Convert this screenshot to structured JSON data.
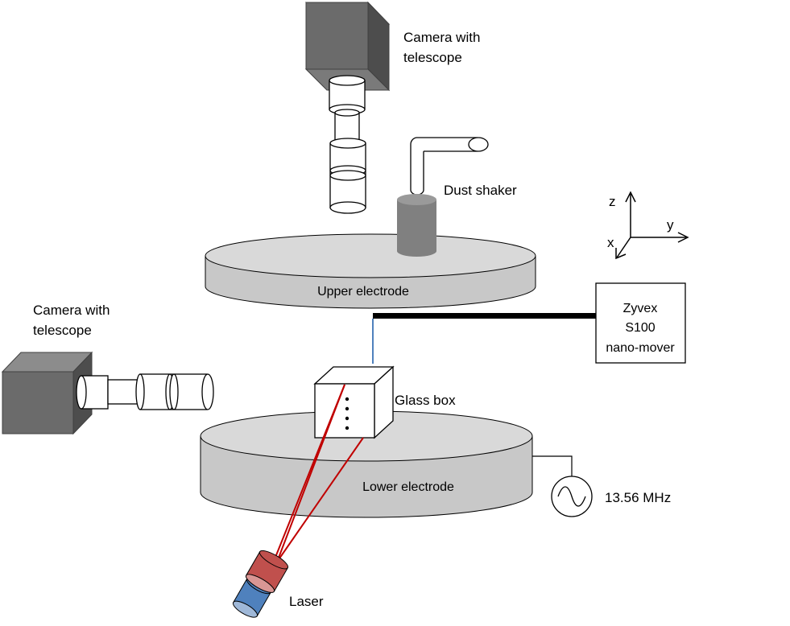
{
  "labels": {
    "camera_top_line1": "Camera with",
    "camera_top_line2": "telescope",
    "camera_left_line1": "Camera with",
    "camera_left_line2": "telescope",
    "dust_shaker": "Dust shaker",
    "upper_electrode": "Upper electrode",
    "lower_electrode": "Lower electrode",
    "glass_box": "Glass box",
    "nano_mover_line1": "Zyvex",
    "nano_mover_line2": "S100",
    "nano_mover_line3": "nano-mover",
    "rf_source": "13.56 MHz",
    "laser": "Laser"
  },
  "axes": {
    "z": "z",
    "y": "y",
    "x": "x"
  },
  "colors": {
    "camera_body": "#6b6b6b",
    "electrode_fill": "#d9d9d9",
    "shaker_base": "#808080",
    "laser_head": "#c0504d",
    "laser_body": "#4f81bd",
    "laser_beam": "#c00000",
    "wire": "#4f81bd",
    "nano_arm": "#000000"
  }
}
